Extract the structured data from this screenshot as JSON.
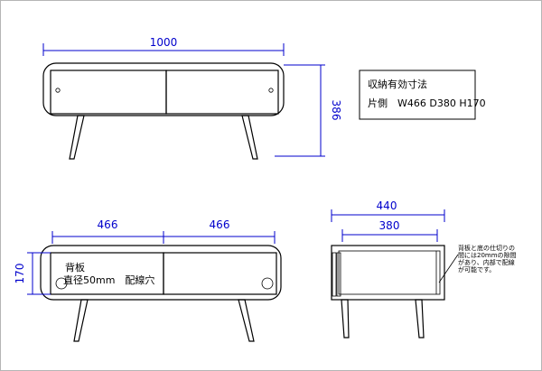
{
  "front_view": {
    "width_label": "1000",
    "height_label": "386"
  },
  "info_box": {
    "title": "収納有効寸法",
    "spec": "片側　W466 D380 H170"
  },
  "back_view": {
    "left_width_label": "466",
    "right_width_label": "466",
    "height_label": "170",
    "panel_label": "背板",
    "hole_label": "直径50mm　配線穴"
  },
  "side_view": {
    "outer_depth_label": "440",
    "inner_depth_label": "380",
    "note_lines": [
      "背板と底の仕切りの",
      "間には20mmの隙間",
      "があり、内部で配線",
      "が可能です。"
    ]
  },
  "colors": {
    "dimension": "#0000cc",
    "outline": "#000000",
    "frame": "#b5b5b5"
  }
}
